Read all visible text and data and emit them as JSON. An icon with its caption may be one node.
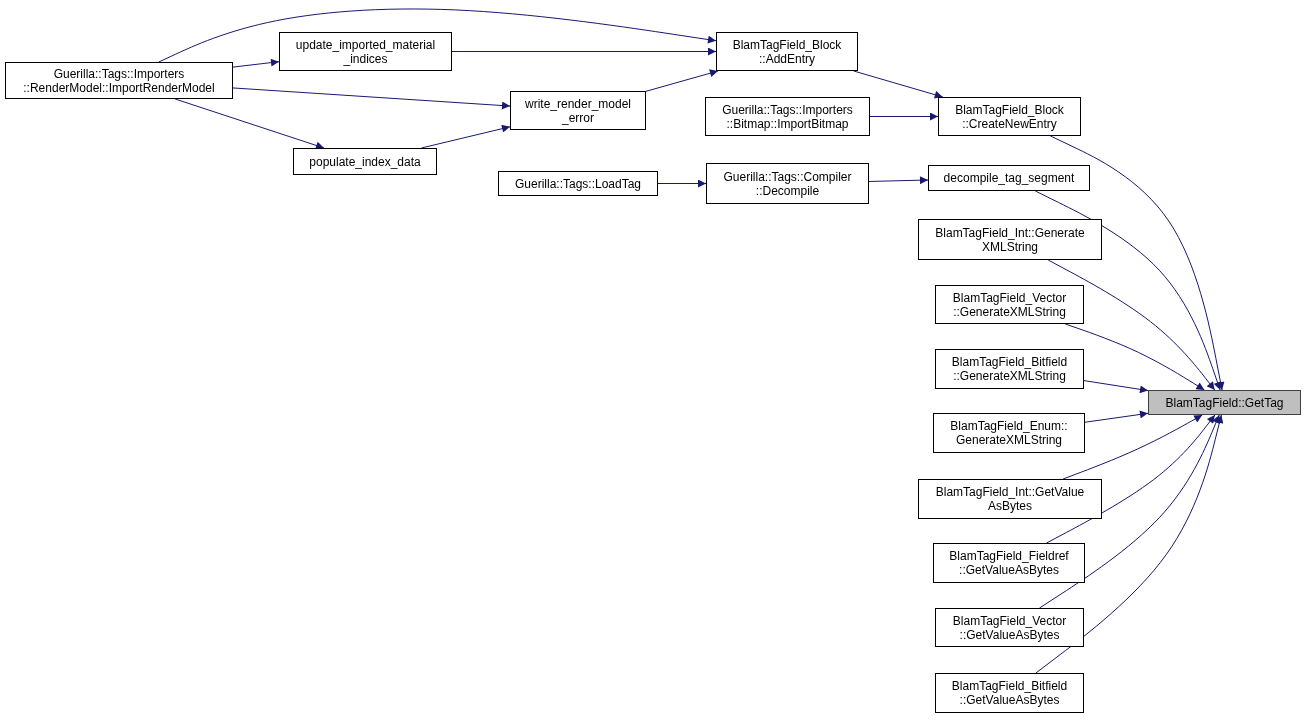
{
  "diagram": {
    "nodes": [
      {
        "text": [
          "Guerilla::Tags::Importers ::RenderModel::ImportRenderModel"
        ]
      },
      {
        "text": [
          "update_imported_material _indices"
        ]
      },
      {
        "text": [
          "write_render_model _error"
        ]
      },
      {
        "text": [
          "populate_index_data"
        ]
      },
      {
        "text": [
          "BlamTagField_Block ::AddEntry"
        ]
      },
      {
        "text": [
          "Guerilla::Tags::Importers ::Bitmap::ImportBitmap"
        ]
      },
      {
        "text": [
          "BlamTagField_Block ::CreateNewEntry"
        ]
      },
      {
        "text": [
          "Guerilla::Tags::LoadTag"
        ]
      },
      {
        "text": [
          "Guerilla::Tags::Compiler ::Decompile"
        ]
      },
      {
        "text": [
          "decompile_tag_segment"
        ]
      },
      {
        "text": [
          "BlamTagField_Int::Generate XMLString"
        ]
      },
      {
        "text": [
          "BlamTagField_Vector ::GenerateXMLString"
        ]
      },
      {
        "text": [
          "BlamTagField_Bitfield ::GenerateXMLString"
        ]
      },
      {
        "text": [
          "BlamTagField_Enum:: GenerateXMLString"
        ]
      },
      {
        "text": [
          "BlamTagField_Int::GetValue AsBytes"
        ]
      },
      {
        "text": [
          "BlamTagField_Fieldref ::GetValueAsBytes"
        ]
      },
      {
        "text": [
          "BlamTagField_Vector ::GetValueAsBytes"
        ]
      },
      {
        "text": [
          "BlamTagField_Bitfield ::GetValueAsBytes"
        ]
      },
      {
        "text": [
          "BlamTagField::GetTag"
        ]
      }
    ],
    "edges": [
      {
        "from": 0,
        "to": 4,
        "arrow": "to"
      },
      {
        "from": 0,
        "to": 1,
        "arrow": "to"
      },
      {
        "from": 0,
        "to": 2,
        "arrow": "to"
      },
      {
        "from": 0,
        "to": 3,
        "arrow": "to"
      },
      {
        "from": 1,
        "to": 4,
        "arrow": "to"
      },
      {
        "from": 2,
        "to": 4,
        "arrow": "to"
      },
      {
        "from": 4,
        "to": 6,
        "arrow": "to"
      },
      {
        "from": 5,
        "to": 6,
        "arrow": "to"
      },
      {
        "from": 6,
        "to": 18,
        "arrow": "to"
      },
      {
        "from": 7,
        "to": 8,
        "arrow": "to"
      },
      {
        "from": 8,
        "to": 9,
        "arrow": "to"
      },
      {
        "from": 9,
        "to": 18,
        "arrow": "to"
      },
      {
        "from": 10,
        "to": 18,
        "arrow": "to"
      },
      {
        "from": 11,
        "to": 18,
        "arrow": "to"
      },
      {
        "from": 12,
        "to": 18,
        "arrow": "to"
      },
      {
        "from": 13,
        "to": 18,
        "arrow": "to"
      },
      {
        "from": 14,
        "to": 18,
        "arrow": "to"
      },
      {
        "from": 15,
        "to": 18,
        "arrow": "to"
      },
      {
        "from": 16,
        "to": 18,
        "arrow": "to"
      },
      {
        "from": 17,
        "to": 18,
        "arrow": "to"
      },
      {
        "from": 3,
        "to": 2,
        "arrow": "to"
      }
    ]
  }
}
